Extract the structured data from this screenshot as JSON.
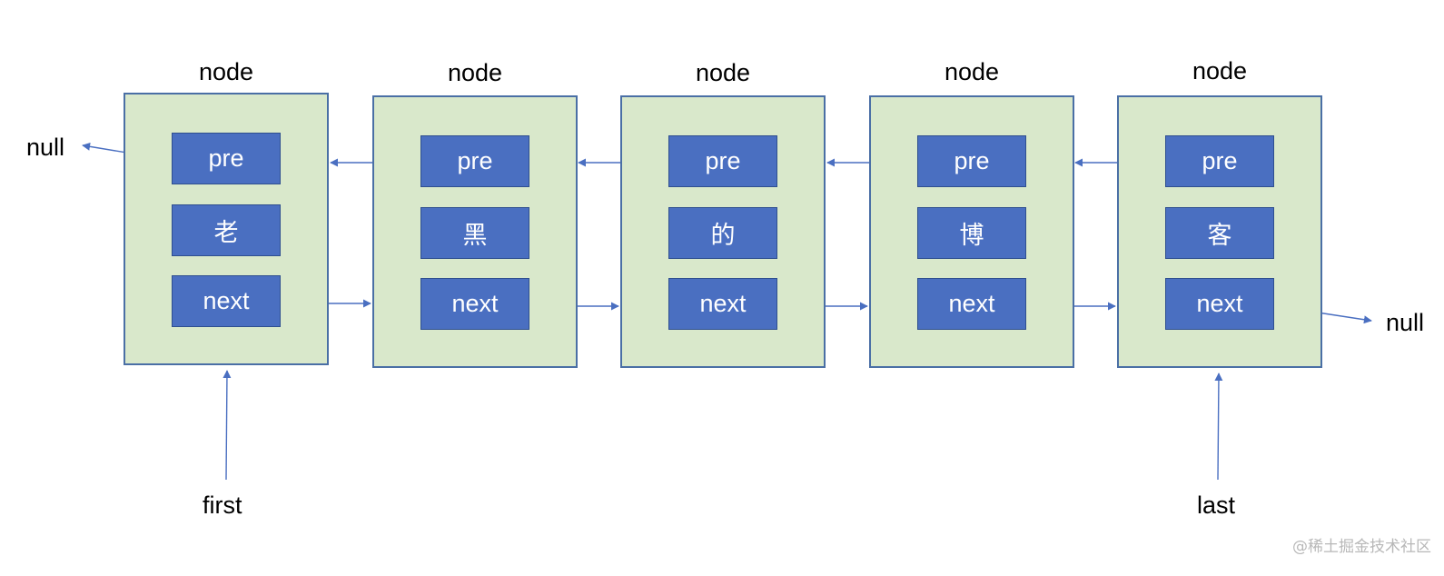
{
  "nodes": [
    {
      "title": "node",
      "pre": "pre",
      "value": "老",
      "next": "next"
    },
    {
      "title": "node",
      "pre": "pre",
      "value": "黑",
      "next": "next"
    },
    {
      "title": "node",
      "pre": "pre",
      "value": "的",
      "next": "next"
    },
    {
      "title": "node",
      "pre": "pre",
      "value": "博",
      "next": "next"
    },
    {
      "title": "node",
      "pre": "pre",
      "value": "客",
      "next": "next"
    }
  ],
  "labels": {
    "null_left": "null",
    "null_right": "null",
    "first": "first",
    "last": "last"
  },
  "watermark": "@稀土掘金技术社区",
  "colors": {
    "node_fill": "#d9e8cb",
    "node_border": "#4a6fa5",
    "field_fill": "#4a6fc1",
    "arrow": "#4a6fc1"
  }
}
